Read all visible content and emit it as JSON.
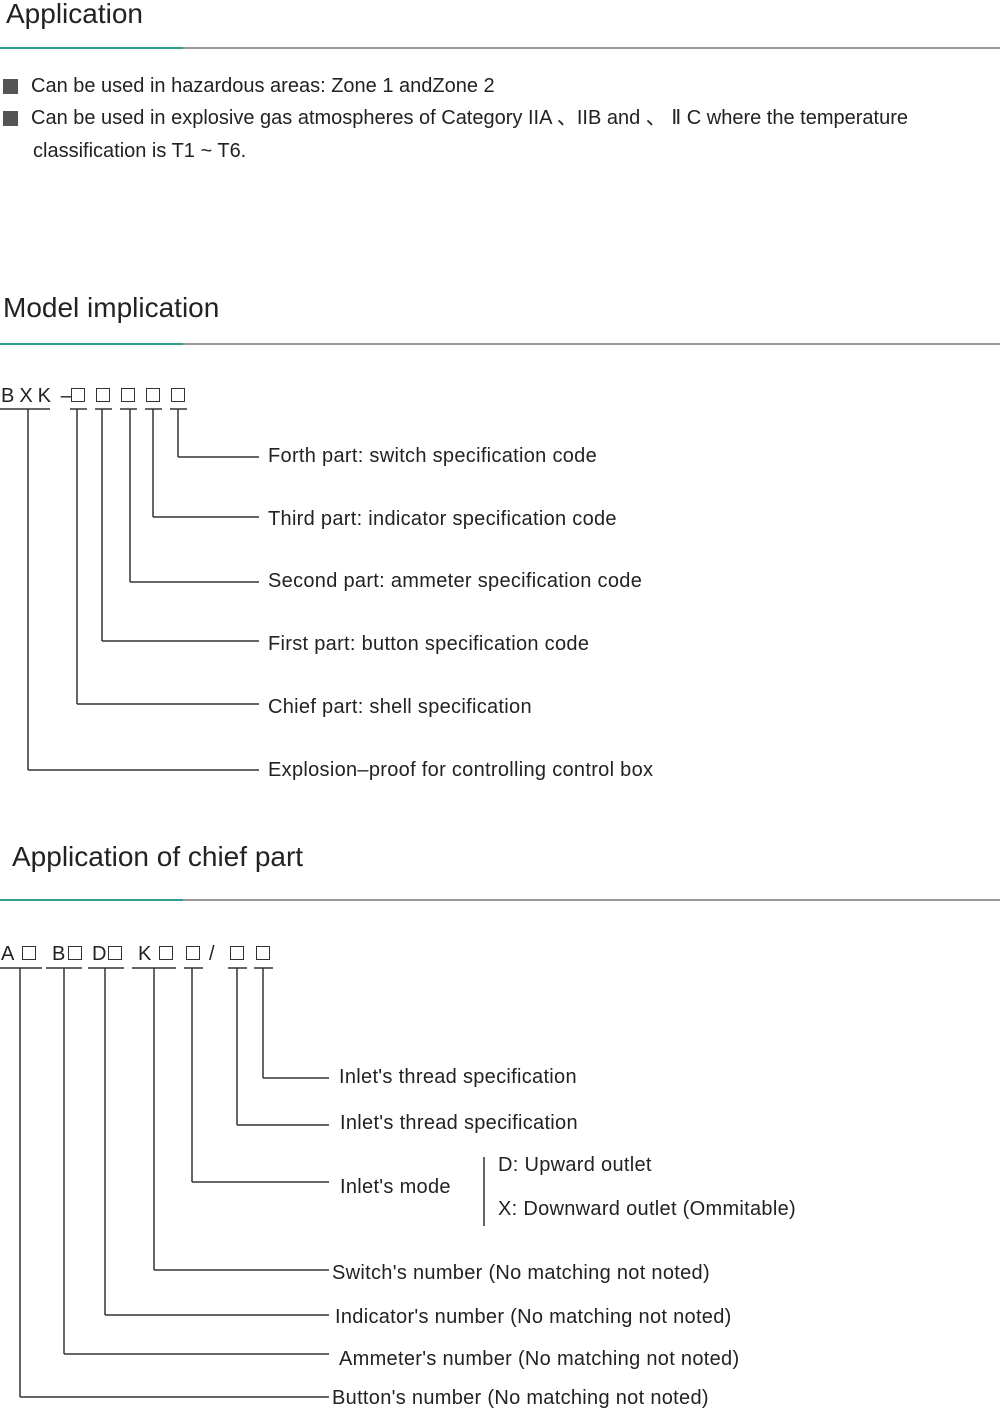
{
  "application": {
    "title": "Application",
    "items": [
      "Can be used in hazardous areas: Zone 1 andZone 2",
      "Can be used in explosive gas atmospheres of Category IIA 、IIB and 、 Ⅱ C where the temperature",
      "classification is T1 ~ T6."
    ]
  },
  "model": {
    "title": "Model implication",
    "code_prefix": "BXK",
    "code_dash": "–",
    "labels": [
      "Forth part: switch specification code",
      "Third part: indicator specification code",
      "Second part: ammeter specification code",
      "First part: button specification code",
      "Chief part: shell specification",
      "Explosion–proof for controlling control box"
    ]
  },
  "chief": {
    "title": "Application of chief part",
    "code": {
      "a": "A",
      "b": "B",
      "d": "D",
      "k": "K",
      "slash": "/"
    },
    "labels": {
      "thread1": "Inlet's thread specification",
      "thread2": "Inlet's thread specification",
      "mode": "Inlet's mode",
      "mode_d": "D: Upward outlet",
      "mode_x": "X: Downward outlet (Ommitable)",
      "switch": "Switch's number (No matching not noted)",
      "indicator": "Indicator's number (No matching not noted)",
      "ammeter": "Ammeter's number (No matching not noted)",
      "button": "Button's number (No matching not noted)"
    }
  }
}
